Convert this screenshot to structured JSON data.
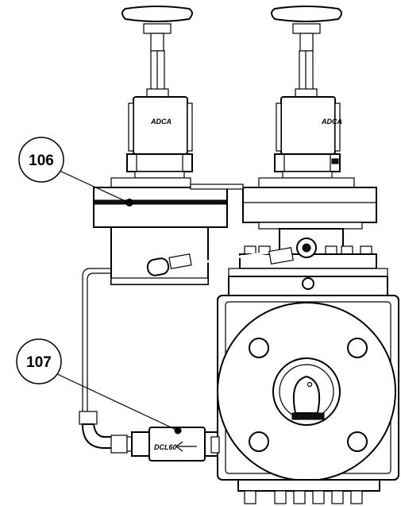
{
  "callouts": [
    {
      "id": "106",
      "label": "106"
    },
    {
      "id": "107",
      "label": "107"
    }
  ],
  "brand_marks": {
    "left_regulator": "ADCA",
    "right_regulator": "ADCA",
    "check_valve": "DCL60"
  },
  "colors": {
    "line": "#000000",
    "background": "#ffffff",
    "shade": "#e6e6e6"
  }
}
